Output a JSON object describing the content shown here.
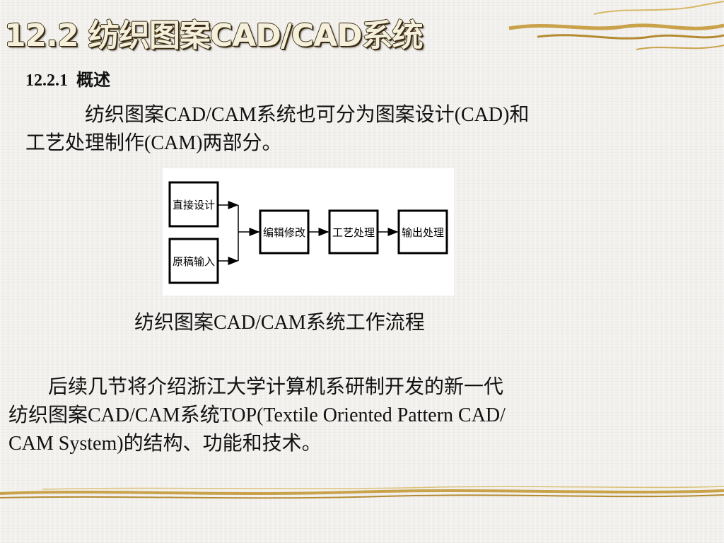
{
  "slide": {
    "title": "12.2  纺织图案CAD/CAD系统",
    "subheading": "12.2.1  概述",
    "paragraph1_line1": "纺织图案CAD/CAM系统也可分为图案设计(CAD)和",
    "paragraph1_line2": "工艺处理制作(CAM)两部分。",
    "diagram_caption": "纺织图案CAD/CAM系统工作流程",
    "paragraph2_line1": "后续几节将介绍浙江大学计算机系研制开发的新一代",
    "paragraph2_line2": "纺织图案CAD/CAM系统TOP(Textile Oriented Pattern CAD/",
    "paragraph2_line3": "CAM System)的结构、功能和技术。"
  },
  "flowchart": {
    "nodes": {
      "direct_design": "直接设计",
      "manuscript_input": "原稿输入",
      "edit_modify": "编辑修改",
      "process": "工艺处理",
      "output": "输出处理"
    }
  },
  "colors": {
    "gold_decoration": "#c9a24a",
    "title_outline": "#3a2b10"
  }
}
